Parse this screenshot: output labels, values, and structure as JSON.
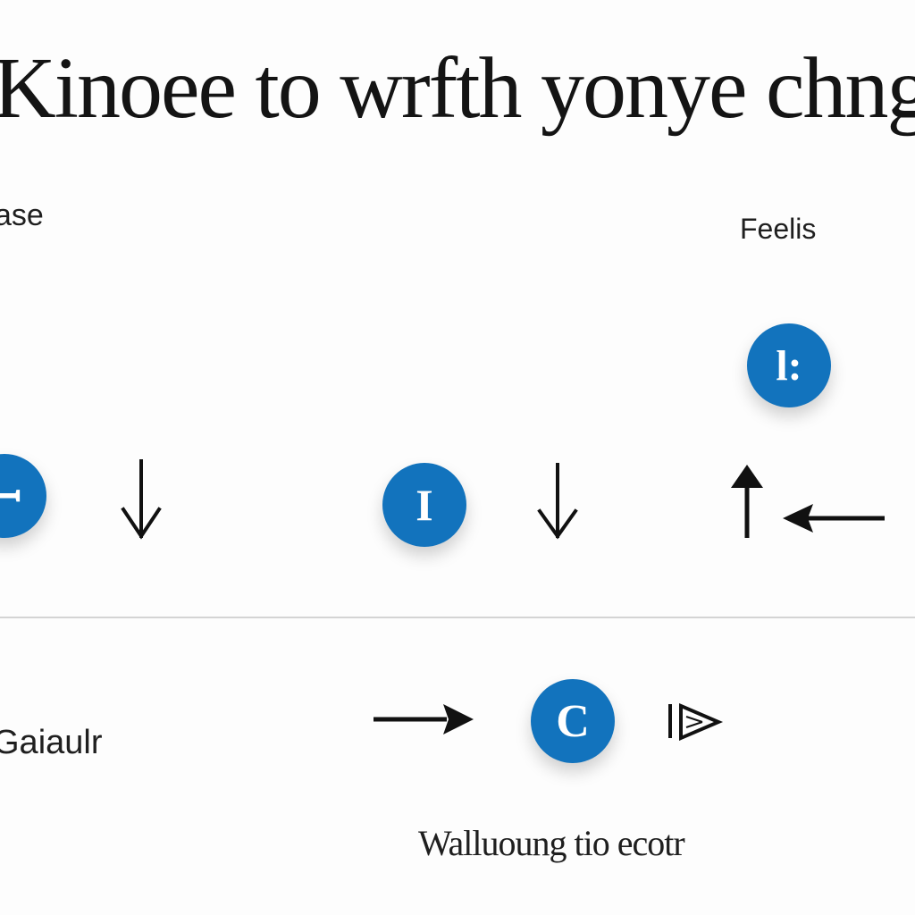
{
  "title": "Kinoee to wrfth yonye chng you",
  "labels": {
    "top_left": "ase",
    "top_right": "Feelis",
    "bottom_left": "Gaiaulr",
    "bottom_center": "Walluoung tio ecotr"
  },
  "nodes": [
    {
      "id": "node-left",
      "glyph": "ꟷ"
    },
    {
      "id": "node-center",
      "glyph": "I"
    },
    {
      "id": "node-right-top",
      "glyph": "l:"
    },
    {
      "id": "node-bottom",
      "glyph": "C"
    }
  ],
  "colors": {
    "node": "#1273bd",
    "arrow": "#111111",
    "divider": "#d4d4d4",
    "background": "#fdfdfd"
  },
  "icons": [
    "arrow-down-icon",
    "arrow-up-icon",
    "arrow-left-icon",
    "arrow-right-icon",
    "play-bar-icon"
  ]
}
